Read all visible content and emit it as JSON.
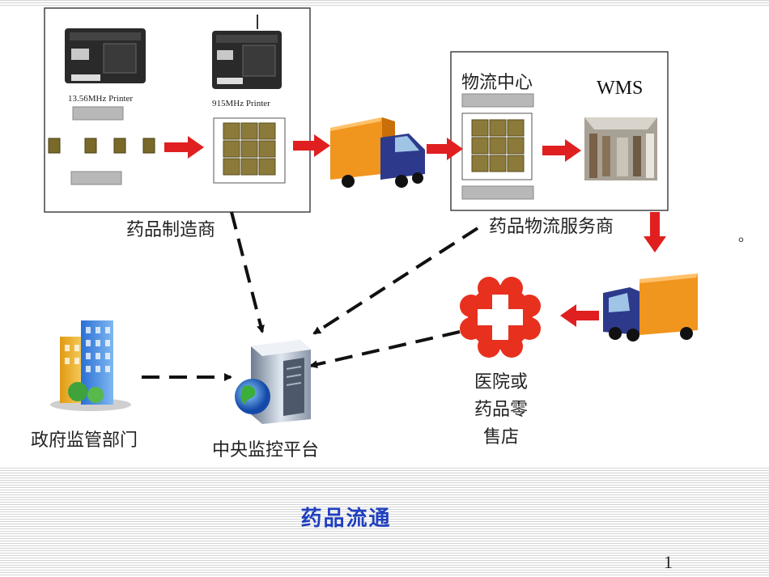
{
  "manufacturer": {
    "label": "药品制造商",
    "printer1_label": "13.56MHz Printer",
    "printer2_label": "915MHz  Printer"
  },
  "logistics": {
    "label": "药品物流服务商",
    "center_label": "物流中心",
    "wms_label": "WMS"
  },
  "retail": {
    "label_lines": [
      "医院或",
      "药品零",
      "售店"
    ]
  },
  "government": {
    "label": "政府监管部门"
  },
  "central": {
    "label": "中央监控平台"
  },
  "caption": "药品流通",
  "bullet": "。",
  "page_number": "1",
  "colors": {
    "arrow_red": "#e02020",
    "truck_orange": "#f0951e",
    "truck_cab": "#2d3a8c",
    "tag_gold": "#8b7a3a",
    "caption_blue": "#1f3fbf"
  }
}
